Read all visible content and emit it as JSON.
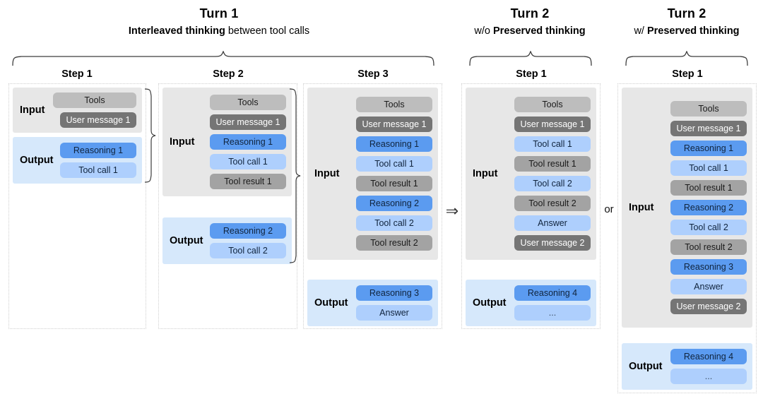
{
  "figure": {
    "type": "diagram",
    "title": "Interleaved thinking and preserved thinking across turns"
  },
  "headers": [
    {
      "id": "turn-1",
      "turn": "Turn 1",
      "sub_prefix": "",
      "sub_bold": "Interleaved thinking",
      "sub_suffix": " between tool calls"
    },
    {
      "id": "turn-2-without",
      "turn": "Turn 2",
      "sub_prefix": "w/o ",
      "sub_bold": "Preserved thinking",
      "sub_suffix": ""
    },
    {
      "id": "turn-2-with",
      "turn": "Turn 2",
      "sub_prefix": "w/ ",
      "sub_bold": "Preserved thinking",
      "sub_suffix": ""
    }
  ],
  "steps": [
    {
      "id": "t1-s1",
      "label": "Step 1"
    },
    {
      "id": "t1-s2",
      "label": "Step 2"
    },
    {
      "id": "t1-s3",
      "label": "Step 3"
    },
    {
      "id": "t2wo-s1",
      "label": "Step 1"
    },
    {
      "id": "t2w-s1",
      "label": "Step 1"
    }
  ],
  "io_labels": {
    "input": "Input",
    "output": "Output"
  },
  "connectors": {
    "arrow": "⇒",
    "or": "or"
  },
  "columns": [
    {
      "id": "turn1-step1",
      "input": [
        {
          "text": "Tools",
          "kind": "tools"
        },
        {
          "text": "User message 1",
          "kind": "user"
        }
      ],
      "output": [
        {
          "text": "Reasoning 1",
          "kind": "reasoning"
        },
        {
          "text": "Tool call 1",
          "kind": "toolcall"
        }
      ]
    },
    {
      "id": "turn1-step2",
      "input": [
        {
          "text": "Tools",
          "kind": "tools"
        },
        {
          "text": "User message 1",
          "kind": "user"
        },
        {
          "text": "Reasoning 1",
          "kind": "reasoning"
        },
        {
          "text": "Tool call 1",
          "kind": "toolcall"
        },
        {
          "text": "Tool result 1",
          "kind": "toolresult"
        }
      ],
      "output": [
        {
          "text": "Reasoning 2",
          "kind": "reasoning"
        },
        {
          "text": "Tool call 2",
          "kind": "toolcall"
        }
      ]
    },
    {
      "id": "turn1-step3",
      "input": [
        {
          "text": "Tools",
          "kind": "tools"
        },
        {
          "text": "User message 1",
          "kind": "user"
        },
        {
          "text": "Reasoning 1",
          "kind": "reasoning"
        },
        {
          "text": "Tool call 1",
          "kind": "toolcall"
        },
        {
          "text": "Tool result 1",
          "kind": "toolresult"
        },
        {
          "text": "Reasoning 2",
          "kind": "reasoning"
        },
        {
          "text": "Tool call 2",
          "kind": "toolcall"
        },
        {
          "text": "Tool result 2",
          "kind": "toolresult"
        }
      ],
      "output": [
        {
          "text": "Reasoning 3",
          "kind": "reasoning"
        },
        {
          "text": "Answer",
          "kind": "answer"
        }
      ]
    },
    {
      "id": "turn2-without-step1",
      "input": [
        {
          "text": "Tools",
          "kind": "tools"
        },
        {
          "text": "User message 1",
          "kind": "user"
        },
        {
          "text": "Tool call 1",
          "kind": "toolcall"
        },
        {
          "text": "Tool result 1",
          "kind": "toolresult"
        },
        {
          "text": "Tool call 2",
          "kind": "toolcall"
        },
        {
          "text": "Tool result 2",
          "kind": "toolresult"
        },
        {
          "text": "Answer",
          "kind": "answer"
        },
        {
          "text": "User message 2",
          "kind": "user"
        }
      ],
      "output": [
        {
          "text": "Reasoning 4",
          "kind": "reasoning"
        },
        {
          "text": "...",
          "kind": "ellipsis"
        }
      ]
    },
    {
      "id": "turn2-with-step1",
      "input": [
        {
          "text": "Tools",
          "kind": "tools"
        },
        {
          "text": "User message 1",
          "kind": "user"
        },
        {
          "text": "Reasoning 1",
          "kind": "reasoning"
        },
        {
          "text": "Tool call 1",
          "kind": "toolcall"
        },
        {
          "text": "Tool result 1",
          "kind": "toolresult"
        },
        {
          "text": "Reasoning 2",
          "kind": "reasoning"
        },
        {
          "text": "Tool call 2",
          "kind": "toolcall"
        },
        {
          "text": "Tool result 2",
          "kind": "toolresult"
        },
        {
          "text": "Reasoning 3",
          "kind": "reasoning"
        },
        {
          "text": "Answer",
          "kind": "answer"
        },
        {
          "text": "User message 2",
          "kind": "user"
        }
      ],
      "output": [
        {
          "text": "Reasoning 4",
          "kind": "reasoning"
        },
        {
          "text": "...",
          "kind": "ellipsis"
        }
      ]
    }
  ],
  "colors": {
    "tools": "#bdbdbd",
    "user_message": "#757575",
    "reasoning": "#5b9bf0",
    "tool_call": "#aecffd",
    "tool_result": "#a3a3a3",
    "answer": "#aecffd",
    "input_block": "#e7e7e7",
    "output_block": "#d6e8fb",
    "region_border": "#cfcfcf"
  }
}
